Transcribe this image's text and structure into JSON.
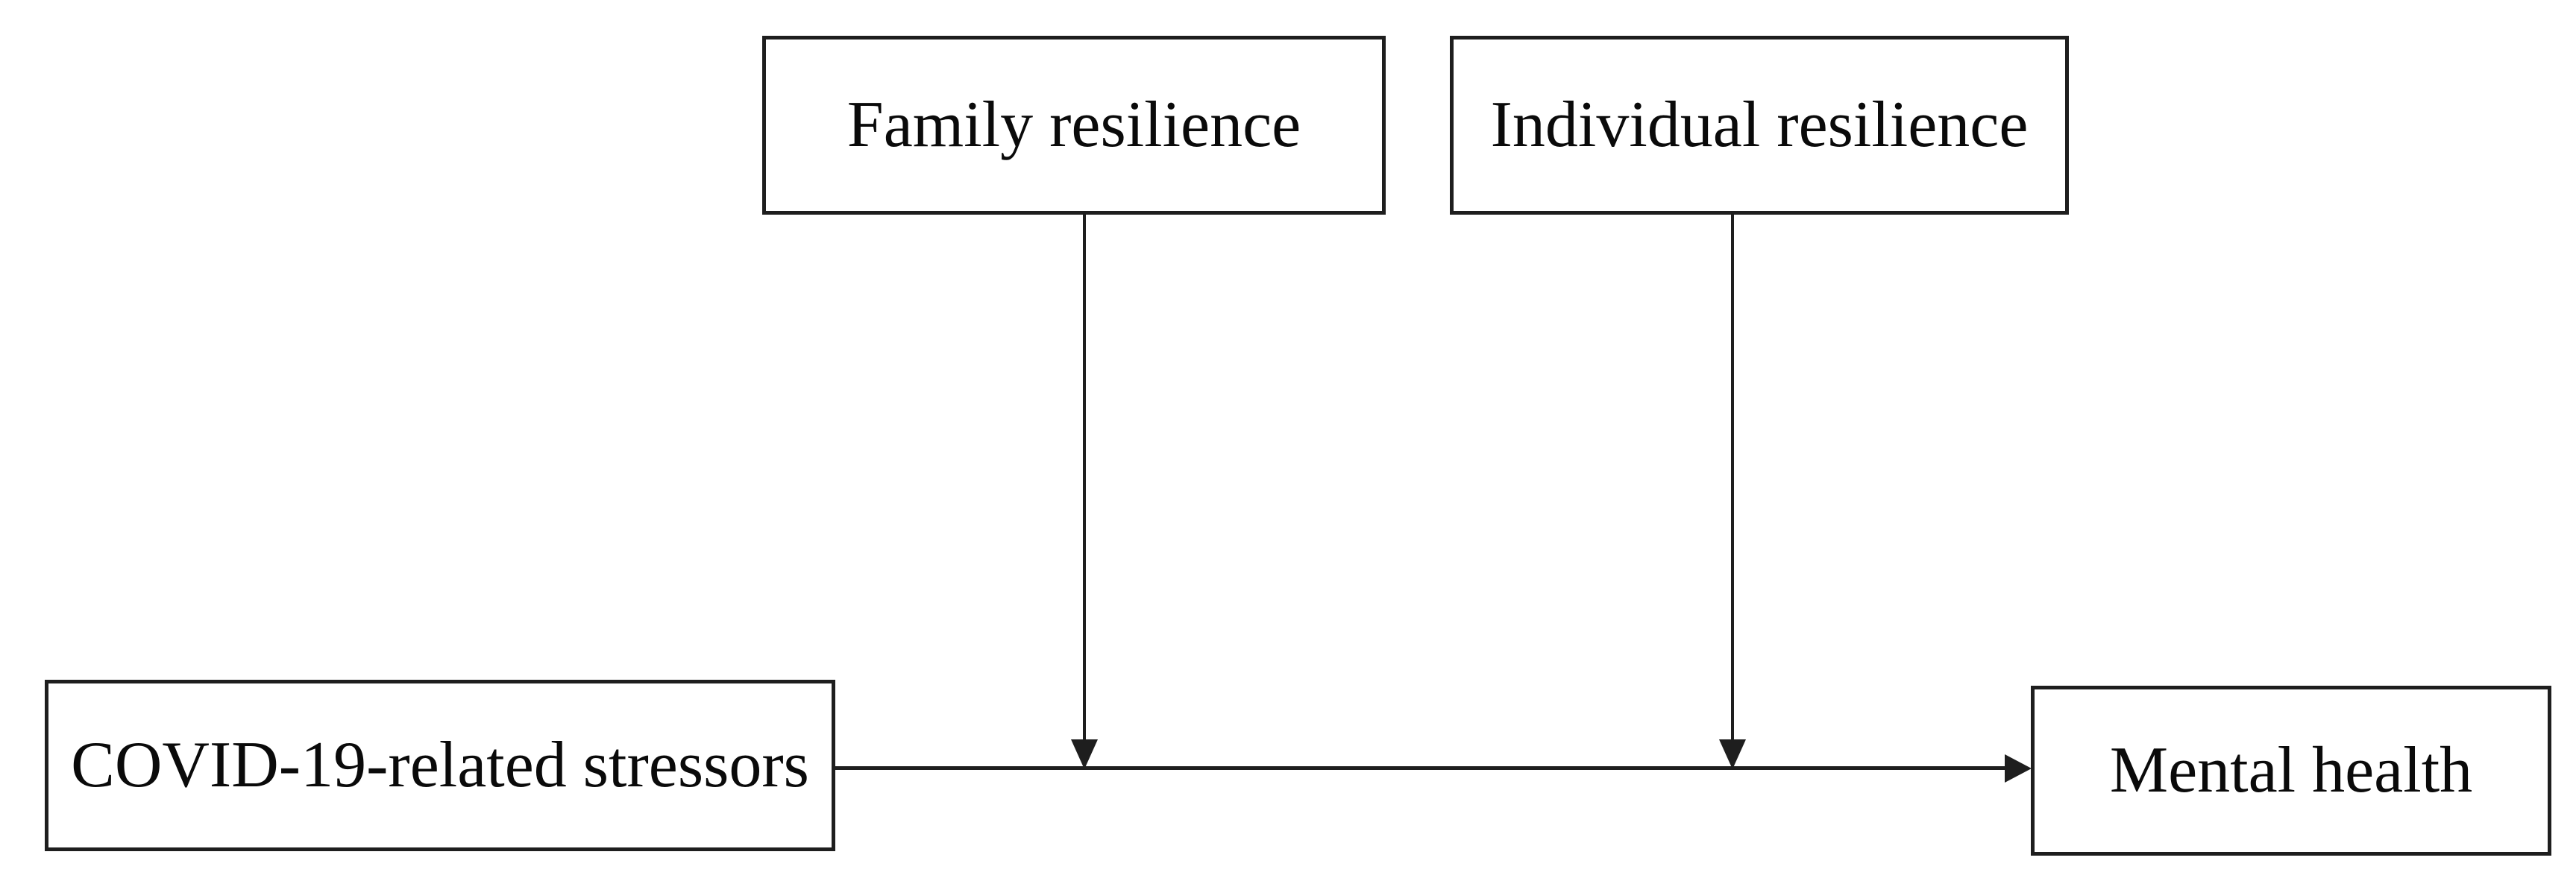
{
  "figure": {
    "type": "conceptual-model-diagram",
    "colors": {
      "line": "#1e1e1e",
      "text": "#0a0a0a",
      "background": "#ffffff"
    },
    "nodes": {
      "family_resilience": {
        "label": "Family resilience"
      },
      "individual_resilience": {
        "label": "Individual resilience"
      },
      "covid_stressors": {
        "label": "COVID-19-related stressors"
      },
      "mental_health": {
        "label": "Mental health"
      }
    },
    "edges": [
      {
        "from": "COVID-19-related stressors",
        "to": "Mental health",
        "style": "solid",
        "arrowhead": "right"
      },
      {
        "from": "Family resilience",
        "to": "COVID-19-related stressors → Mental health path",
        "style": "solid",
        "arrowhead": "down"
      },
      {
        "from": "Individual resilience",
        "to": "COVID-19-related stressors → Mental health path",
        "style": "solid",
        "arrowhead": "down"
      }
    ]
  }
}
